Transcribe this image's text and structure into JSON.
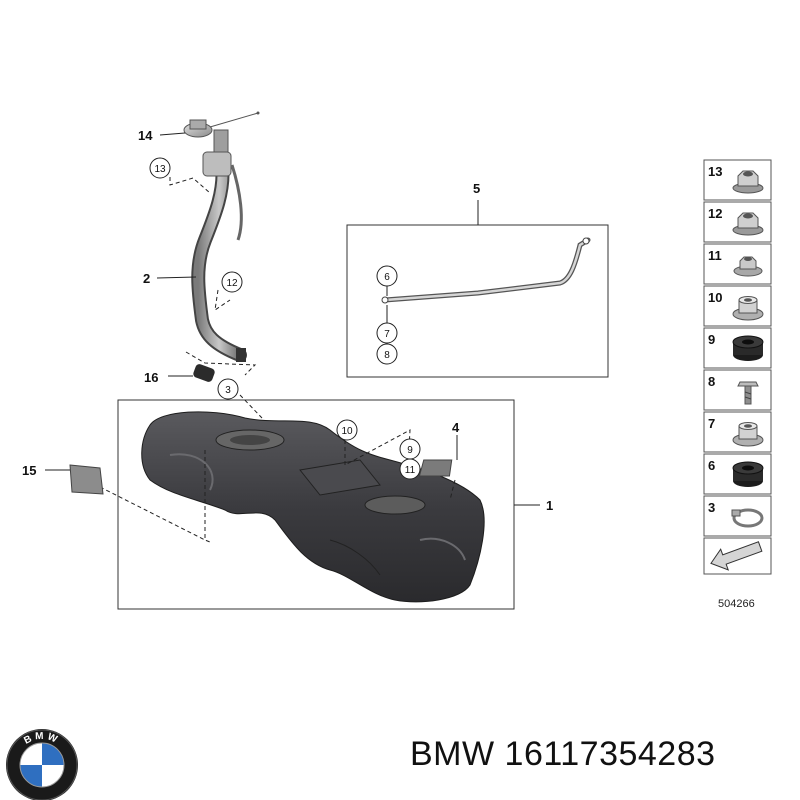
{
  "caption": {
    "brand": "BMW",
    "part_number": "16117354283"
  },
  "logo": {
    "letters": "BMW",
    "colors": {
      "ring": "#1a1a1a",
      "blue": "#2f6fc0",
      "white": "#ffffff"
    }
  },
  "diagram_code": "504266",
  "callouts": {
    "c1": "1",
    "c2": "2",
    "c3": "3",
    "c4": "4",
    "c5": "5",
    "c6": "6",
    "c7": "7",
    "c8": "8",
    "c9": "9",
    "c10": "10",
    "c11": "11",
    "c12": "12",
    "c13": "13",
    "c14": "14",
    "c15": "15",
    "c16": "16"
  },
  "legend": [
    {
      "num": "13",
      "icon": "flange-nut-icon"
    },
    {
      "num": "12",
      "icon": "flange-nut-icon"
    },
    {
      "num": "11",
      "icon": "nut-icon"
    },
    {
      "num": "10",
      "icon": "spacer-nut-icon"
    },
    {
      "num": "9",
      "icon": "rubber-grommet-icon"
    },
    {
      "num": "8",
      "icon": "bolt-icon"
    },
    {
      "num": "7",
      "icon": "spacer-nut-icon"
    },
    {
      "num": "6",
      "icon": "rubber-grommet-icon"
    },
    {
      "num": "3",
      "icon": "hose-clamp-icon"
    }
  ]
}
